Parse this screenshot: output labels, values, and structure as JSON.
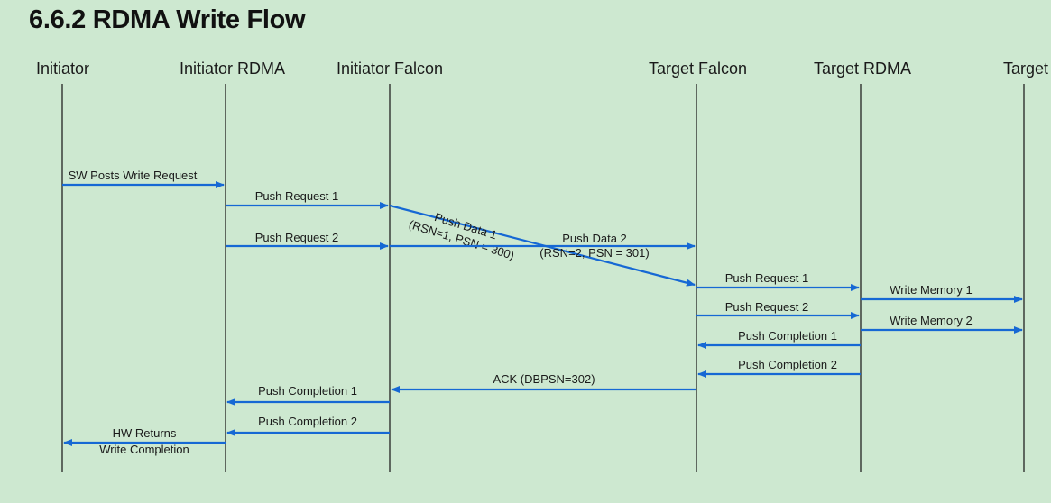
{
  "title": "6.6.2 RDMA Write Flow",
  "colors": {
    "background": "#cde8d0",
    "arrow": "#1668d4",
    "lifeline": "#222222"
  },
  "lanes": [
    {
      "id": "initiator",
      "label": "Initiator"
    },
    {
      "id": "init_rdma",
      "label": "Initiator RDMA"
    },
    {
      "id": "init_falcon",
      "label": "Initiator Falcon"
    },
    {
      "id": "tgt_falcon",
      "label": "Target Falcon"
    },
    {
      "id": "tgt_rdma",
      "label": "Target RDMA"
    },
    {
      "id": "target",
      "label": "Target"
    }
  ],
  "messages": [
    {
      "from": "initiator",
      "to": "init_rdma",
      "lines": [
        "SW Posts Write  Request"
      ]
    },
    {
      "from": "init_rdma",
      "to": "init_falcon",
      "lines": [
        "Push Request 1"
      ]
    },
    {
      "from": "init_falcon",
      "to": "tgt_falcon",
      "slanted": true,
      "lines": [
        "Push Data 1",
        "(RSN=1, PSN = 300)"
      ]
    },
    {
      "from": "init_rdma",
      "to": "init_falcon",
      "lines": [
        "Push Request 2"
      ]
    },
    {
      "from": "init_falcon",
      "to": "tgt_falcon",
      "lines": [
        "Push Data 2",
        "(RSN=2, PSN = 301)"
      ]
    },
    {
      "from": "tgt_falcon",
      "to": "tgt_rdma",
      "lines": [
        "Push Request 1"
      ]
    },
    {
      "from": "tgt_rdma",
      "to": "target",
      "lines": [
        "Write Memory 1"
      ]
    },
    {
      "from": "tgt_falcon",
      "to": "tgt_rdma",
      "lines": [
        "Push Request 2"
      ]
    },
    {
      "from": "tgt_rdma",
      "to": "target",
      "lines": [
        "Write Memory 2"
      ]
    },
    {
      "from": "tgt_rdma",
      "to": "tgt_falcon",
      "lines": [
        "Push Completion 1"
      ]
    },
    {
      "from": "tgt_rdma",
      "to": "tgt_falcon",
      "lines": [
        "Push Completion 2"
      ]
    },
    {
      "from": "tgt_falcon",
      "to": "init_falcon",
      "lines": [
        "ACK (DBPSN=302)"
      ]
    },
    {
      "from": "init_falcon",
      "to": "init_rdma",
      "lines": [
        "Push Completion 1"
      ]
    },
    {
      "from": "init_falcon",
      "to": "init_rdma",
      "lines": [
        "Push Completion 2"
      ]
    },
    {
      "from": "init_rdma",
      "to": "initiator",
      "lines": [
        "HW Returns",
        "Write Completion"
      ]
    }
  ]
}
